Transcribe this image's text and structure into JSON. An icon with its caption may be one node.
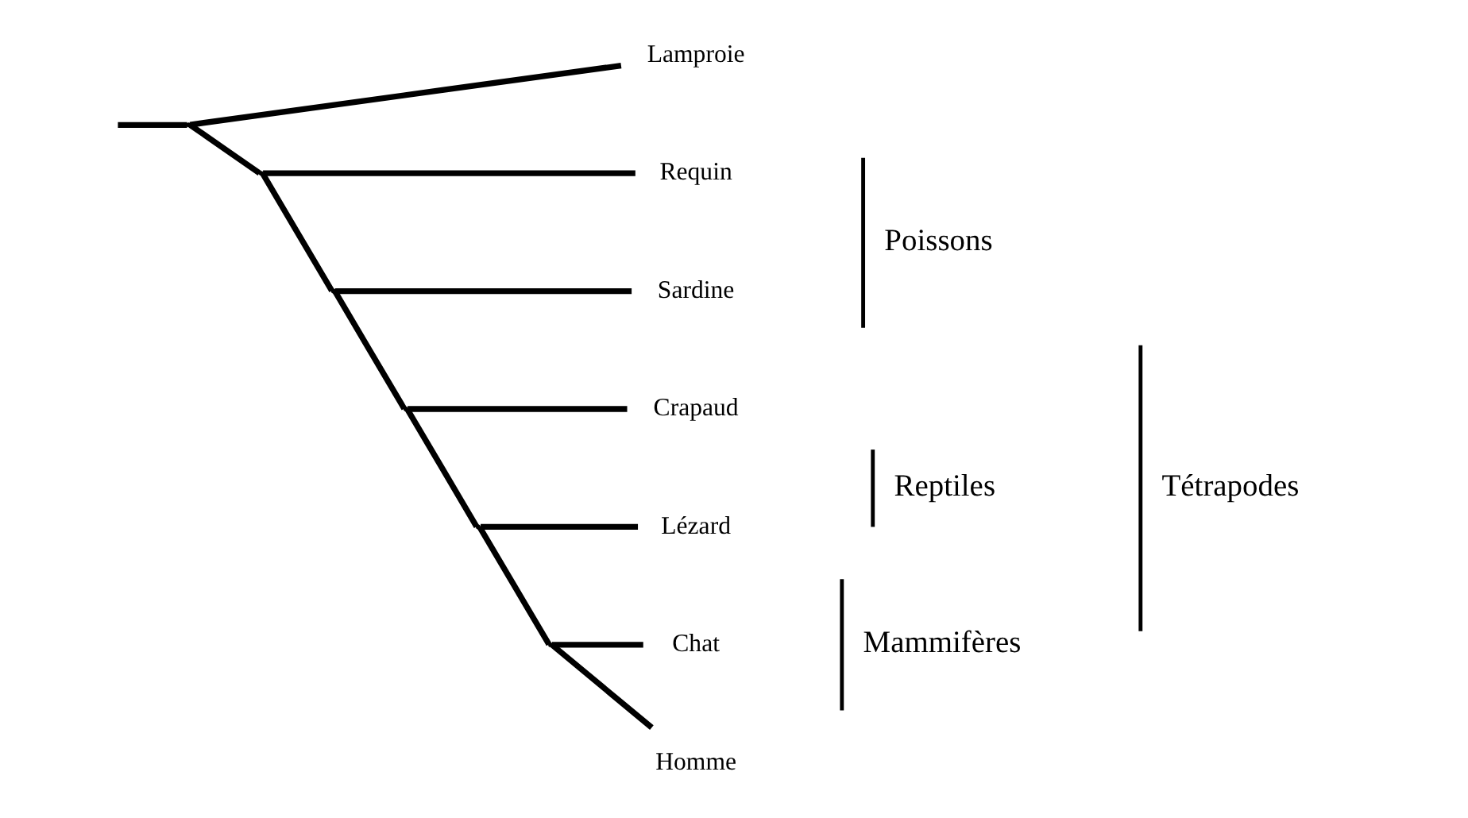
{
  "diagram": {
    "nodes": [
      {
        "text": [
          "Lamproie"
        ]
      },
      {
        "text": [
          "Requin"
        ]
      },
      {
        "text": [
          "Sardine"
        ]
      },
      {
        "text": [
          "Crapaud"
        ]
      },
      {
        "text": [
          "Lézard"
        ]
      },
      {
        "text": [
          "Chat"
        ]
      },
      {
        "text": [
          "Homme"
        ]
      },
      {
        "text": [],
        "shape": "point"
      },
      {
        "text": [],
        "shape": "point"
      },
      {
        "text": [],
        "shape": "point"
      },
      {
        "text": [],
        "shape": "point"
      },
      {
        "text": [],
        "shape": "point"
      },
      {
        "text": [],
        "shape": "point"
      }
    ],
    "edges": [
      {
        "from": null,
        "to": 7,
        "arrow": "none"
      },
      {
        "from": 7,
        "to": 0,
        "arrow": "none"
      },
      {
        "from": 7,
        "to": 8,
        "arrow": "none"
      },
      {
        "from": 8,
        "to": 1,
        "arrow": "none"
      },
      {
        "from": 8,
        "to": 9,
        "arrow": "none"
      },
      {
        "from": 9,
        "to": 2,
        "arrow": "none"
      },
      {
        "from": 9,
        "to": 10,
        "arrow": "none"
      },
      {
        "from": 10,
        "to": 3,
        "arrow": "none"
      },
      {
        "from": 10,
        "to": 11,
        "arrow": "none"
      },
      {
        "from": 11,
        "to": 4,
        "arrow": "none"
      },
      {
        "from": 11,
        "to": 12,
        "arrow": "none"
      },
      {
        "from": 12,
        "to": 5,
        "arrow": "none"
      },
      {
        "from": 12,
        "to": 6,
        "arrow": "none"
      }
    ],
    "labels": [
      "Poissons",
      "Reptiles",
      "Mammifères",
      "Tétrapodes"
    ]
  }
}
